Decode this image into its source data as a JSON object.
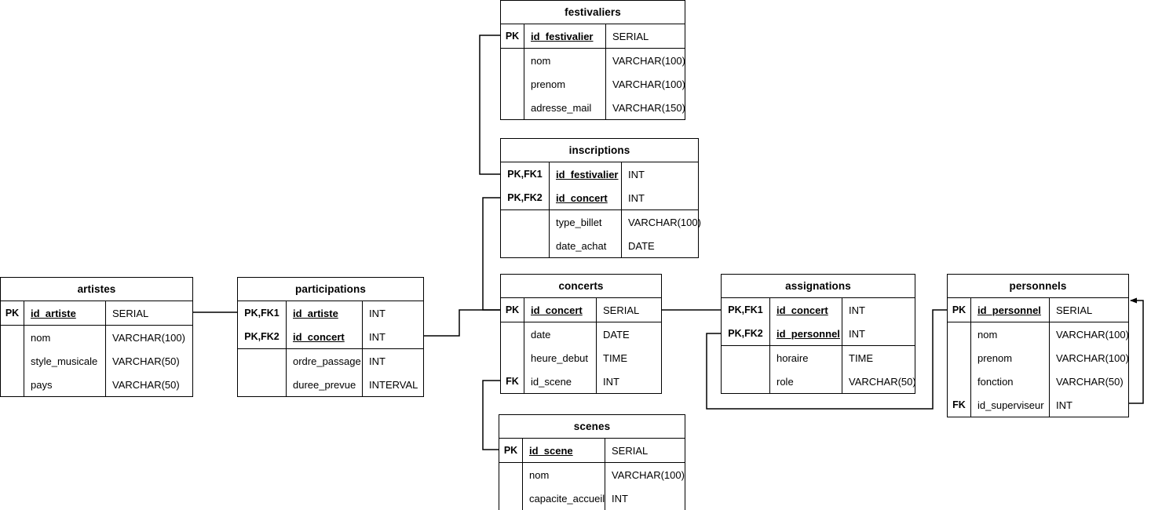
{
  "diagram": {
    "title": "festival database entity relationship diagram",
    "line_color": "#000000",
    "background": "#ffffff"
  },
  "entities": {
    "festivaliers": {
      "name": "festivaliers",
      "keys": [
        {
          "key": "PK",
          "name": "id_festivalier",
          "type": "SERIAL",
          "pk": true
        }
      ],
      "attrs": [
        {
          "key": "",
          "name": "nom",
          "type": "VARCHAR(100)",
          "pk": false
        },
        {
          "key": "",
          "name": "prenom",
          "type": "VARCHAR(100)",
          "pk": false
        },
        {
          "key": "",
          "name": "adresse_mail",
          "type": "VARCHAR(150)",
          "pk": false
        }
      ]
    },
    "inscriptions": {
      "name": "inscriptions",
      "keys": [
        {
          "key": "PK,FK1",
          "name": "id_festivalier",
          "type": "INT",
          "pk": true
        },
        {
          "key": "PK,FK2",
          "name": "id_concert",
          "type": "INT",
          "pk": true
        }
      ],
      "attrs": [
        {
          "key": "",
          "name": "type_billet",
          "type": "VARCHAR(100)",
          "pk": false
        },
        {
          "key": "",
          "name": "date_achat",
          "type": "DATE",
          "pk": false
        }
      ]
    },
    "concerts": {
      "name": "concerts",
      "keys": [
        {
          "key": "PK",
          "name": "id_concert",
          "type": "SERIAL",
          "pk": true
        }
      ],
      "attrs": [
        {
          "key": "",
          "name": "date",
          "type": "DATE",
          "pk": false
        },
        {
          "key": "",
          "name": "heure_debut",
          "type": "TIME",
          "pk": false
        },
        {
          "key": "FK",
          "name": "id_scene",
          "type": "INT",
          "pk": false
        }
      ]
    },
    "scenes": {
      "name": "scenes",
      "keys": [
        {
          "key": "PK",
          "name": "id_scene",
          "type": "SERIAL",
          "pk": true
        }
      ],
      "attrs": [
        {
          "key": "",
          "name": "nom",
          "type": "VARCHAR(100)",
          "pk": false
        },
        {
          "key": "",
          "name": "capacite_accueil",
          "type": "INT",
          "pk": false
        }
      ]
    },
    "artistes": {
      "name": "artistes",
      "keys": [
        {
          "key": "PK",
          "name": "id_artiste",
          "type": "SERIAL",
          "pk": true
        }
      ],
      "attrs": [
        {
          "key": "",
          "name": "nom",
          "type": "VARCHAR(100)",
          "pk": false
        },
        {
          "key": "",
          "name": "style_musicale",
          "type": "VARCHAR(50)",
          "pk": false
        },
        {
          "key": "",
          "name": "pays",
          "type": "VARCHAR(50)",
          "pk": false
        }
      ]
    },
    "participations": {
      "name": "participations",
      "keys": [
        {
          "key": "PK,FK1",
          "name": "id_artiste",
          "type": "INT",
          "pk": true
        },
        {
          "key": "PK,FK2",
          "name": "id_concert",
          "type": "INT",
          "pk": true
        }
      ],
      "attrs": [
        {
          "key": "",
          "name": "ordre_passage",
          "type": "INT",
          "pk": false
        },
        {
          "key": "",
          "name": "duree_prevue",
          "type": "INTERVAL",
          "pk": false
        }
      ]
    },
    "assignations": {
      "name": "assignations",
      "keys": [
        {
          "key": "PK,FK1",
          "name": "id_concert",
          "type": "INT",
          "pk": true
        },
        {
          "key": "PK,FK2",
          "name": "id_personnel",
          "type": "INT",
          "pk": true
        }
      ],
      "attrs": [
        {
          "key": "",
          "name": "horaire",
          "type": "TIME",
          "pk": false
        },
        {
          "key": "",
          "name": "role",
          "type": "VARCHAR(50)",
          "pk": false
        }
      ]
    },
    "personnels": {
      "name": "personnels",
      "keys": [
        {
          "key": "PK",
          "name": "id_personnel",
          "type": "SERIAL",
          "pk": true
        }
      ],
      "attrs": [
        {
          "key": "",
          "name": "nom",
          "type": "VARCHAR(100)",
          "pk": false
        },
        {
          "key": "",
          "name": "prenom",
          "type": "VARCHAR(100)",
          "pk": false
        },
        {
          "key": "",
          "name": "fonction",
          "type": "VARCHAR(50)",
          "pk": false
        },
        {
          "key": "FK",
          "name": "id_superviseur",
          "type": "INT",
          "pk": false
        }
      ]
    }
  },
  "relationships": [
    {
      "from": "festivaliers.id_festivalier",
      "to": "inscriptions.id_festivalier"
    },
    {
      "from": "concerts.id_concert",
      "to": "inscriptions.id_concert"
    },
    {
      "from": "scenes.id_scene",
      "to": "concerts.id_scene"
    },
    {
      "from": "artistes.id_artiste",
      "to": "participations.id_artiste"
    },
    {
      "from": "concerts.id_concert",
      "to": "participations.id_concert"
    },
    {
      "from": "concerts.id_concert",
      "to": "assignations.id_concert"
    },
    {
      "from": "personnels.id_personnel",
      "to": "assignations.id_personnel"
    },
    {
      "from": "personnels.id_personnel",
      "to": "personnels.id_superviseur"
    }
  ]
}
